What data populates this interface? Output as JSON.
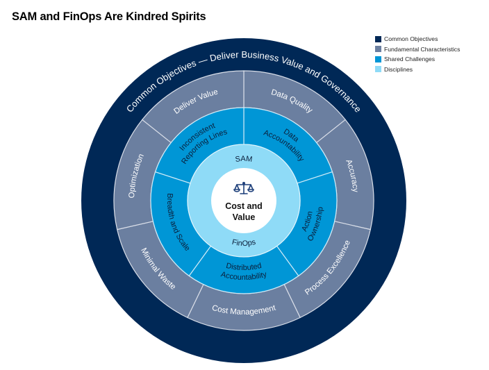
{
  "title": "SAM and FinOps Are Kindred Spirits",
  "legend": [
    {
      "label": "Common Objectives",
      "color": "#002856"
    },
    {
      "label": "Fundamental Characteristics",
      "color": "#6b7fa0"
    },
    {
      "label": "Shared Challenges",
      "color": "#0096d6"
    },
    {
      "label": "Disciplines",
      "color": "#8fdbf7"
    }
  ],
  "diagram": {
    "outer_ring": {
      "label": "Common Objectives — Deliver Business Value and Governance",
      "color": "#002856"
    },
    "characteristics": {
      "color": "#6b7fa0",
      "segments": [
        "Data Quality",
        "Accuracy",
        "Process Excellence",
        "Cost Management",
        "Minimal Waste",
        "Optimization",
        "Deliver Value"
      ]
    },
    "challenges": {
      "color": "#0096d6",
      "segments": [
        [
          "Data",
          "Accountability"
        ],
        [
          "Action",
          "Ownership"
        ],
        [
          "Distributed",
          "Accountability"
        ],
        [
          "Breadth and Scale"
        ],
        [
          "Inconsistent",
          "Reporting Lines"
        ]
      ]
    },
    "disciplines": {
      "color": "#8fdbf7",
      "top": "SAM",
      "bottom": "FinOps"
    },
    "center": {
      "icon": "scales-icon",
      "line1": "Cost and",
      "line2": "Value"
    }
  }
}
